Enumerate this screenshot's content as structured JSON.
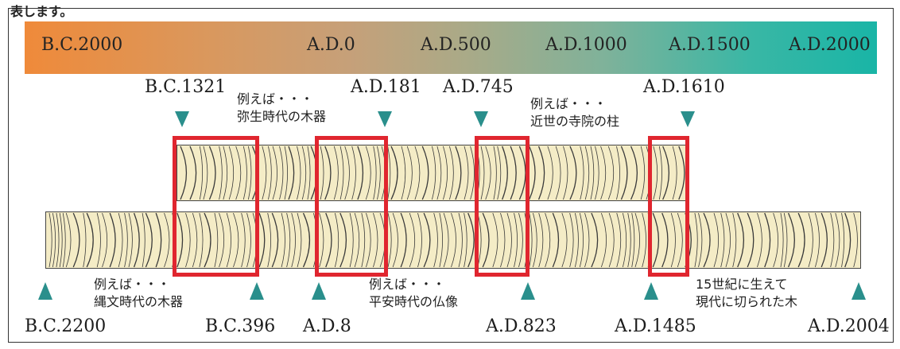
{
  "header_fragment": "表します。",
  "timeline_band": {
    "gradient_colors": [
      "#ef8a3a",
      "#19b5a6"
    ],
    "labels": [
      "B.C.2000",
      "A.D.0",
      "A.D.500",
      "A.D.1000",
      "A.D.1500",
      "A.D.2000"
    ]
  },
  "upper_log": {
    "markers": [
      "B.C.1321",
      "A.D.181",
      "A.D.745",
      "A.D.1610"
    ]
  },
  "lower_log": {
    "markers": [
      "B.C.2200",
      "B.C.396",
      "A.D.8",
      "A.D.823",
      "A.D.1485",
      "A.D.2004"
    ]
  },
  "annotations": {
    "yayoi": [
      "例えば・・・",
      "弥生時代の木器"
    ],
    "kinsei": [
      "例えば・・・",
      "近世の寺院の柱"
    ],
    "jomon": [
      "例えば・・・",
      "縄文時代の木器"
    ],
    "heian": [
      "例えば・・・",
      "平安時代の仏像"
    ],
    "modern": [
      "15世紀に生えて",
      "現代に切られた木"
    ]
  },
  "colors": {
    "marker": "#2a8f8c",
    "overlap_box": "#e0262f",
    "wood": "#f4ecc6",
    "ring": "#3a3a3a"
  }
}
